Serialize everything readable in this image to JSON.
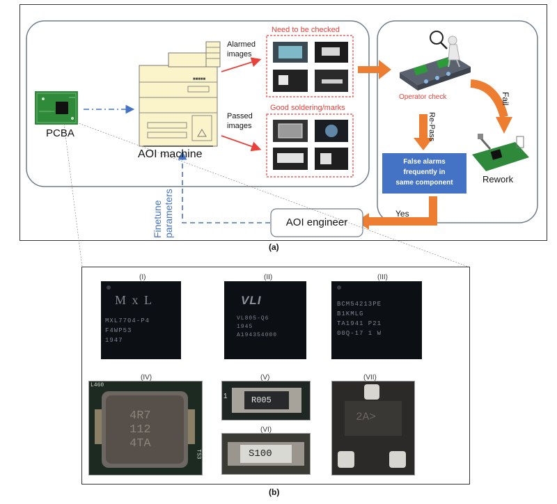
{
  "panel_a": {
    "caption": "(a)",
    "pcba_label": "PCBA",
    "aoi_machine_label": "AOI machine",
    "alarmed_label_line1": "Alarmed",
    "alarmed_label_line2": "images",
    "passed_label_line1": "Passed",
    "passed_label_line2": "images",
    "need_check_title": "Need to be checked",
    "good_solder_title": "Good soldering/marks",
    "operator_check": "Operator check",
    "fail_label": "Fail",
    "repass_line1": "Re-Pass",
    "false_alarm_line1": "False alarms",
    "false_alarm_line2": "frequently in",
    "false_alarm_line3": "same component",
    "rework_label": "Rework",
    "yes_label": "Yes",
    "aoi_engineer": "AOI engineer",
    "finetune_line1": "Finetune",
    "finetune_line2": "parameters",
    "machine_panel_text": "■■■■■",
    "colors": {
      "red": "#e8423b",
      "orange": "#ed7d31",
      "blue": "#4472c4",
      "green": "#2e7d32"
    }
  },
  "panel_b": {
    "caption": "(b)",
    "components": [
      {
        "roman": "(I)",
        "logo": "M x L",
        "lines": [
          "MXL7704-P4",
          "F4WP53",
          "1947"
        ]
      },
      {
        "roman": "(II)",
        "logo": "VLI",
        "lines": [
          "VL805-Q6",
          "1945",
          "A194354000"
        ]
      },
      {
        "roman": "(III)",
        "lines": [
          "BCM54213PE",
          "B1KMLG",
          "TA1941 P21",
          "00Q-17 1 W"
        ]
      },
      {
        "roman": "(IV)",
        "lines": [
          "4R7",
          "112",
          "4TA"
        ],
        "board_top": "L460",
        "board_side": "TS3"
      },
      {
        "roman": "(V)",
        "marking": "R005",
        "pin": "1"
      },
      {
        "roman": "(VI)",
        "marking": "S100"
      },
      {
        "roman": "(VII)",
        "marking": "2A>"
      }
    ]
  }
}
